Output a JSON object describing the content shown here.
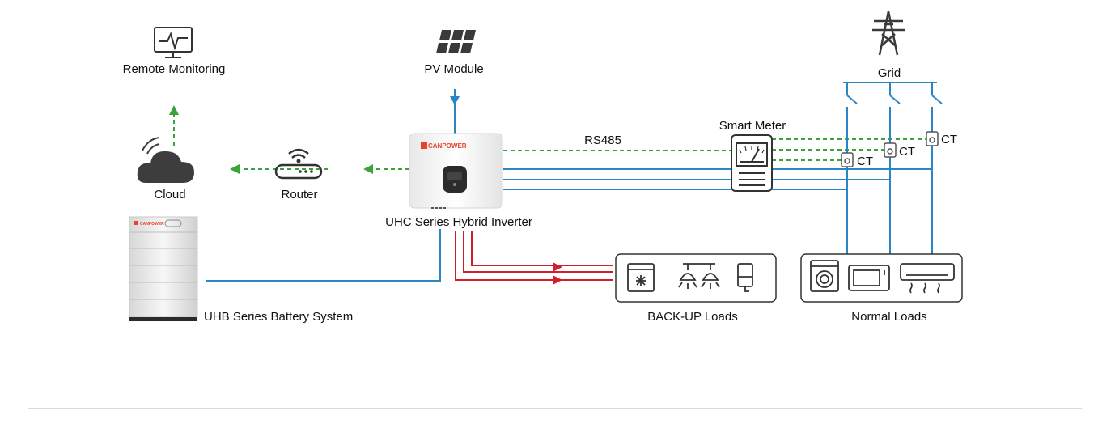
{
  "labels": {
    "remote_monitoring": "Remote Monitoring",
    "pv_module": "PV Module",
    "grid": "Grid",
    "cloud": "Cloud",
    "router": "Router",
    "inverter": "UHC Series Hybrid Inverter",
    "rs485": "RS485",
    "smart_meter": "Smart Meter",
    "ct": "CT",
    "battery": "UHB Series Battery System",
    "backup_loads": "BACK-UP Loads",
    "normal_loads": "Normal Loads"
  },
  "brand": {
    "inverter_logo": "CANPOWER",
    "battery_logo": "CANPOWER"
  },
  "colors": {
    "data_link": "#3aa33a",
    "dc_power": "#2a86c6",
    "backup_power": "#d0202a",
    "icon_stroke": "#333333"
  },
  "icons": [
    "monitor-icon",
    "solar-panel-icon",
    "transmission-tower-icon",
    "cloud-icon",
    "router-icon",
    "inverter-icon",
    "smart-meter-icon",
    "ct-icon",
    "battery-icon",
    "freezer-icon",
    "lamp-icon",
    "water-heater-icon",
    "washing-machine-icon",
    "microwave-icon",
    "air-conditioner-icon"
  ]
}
